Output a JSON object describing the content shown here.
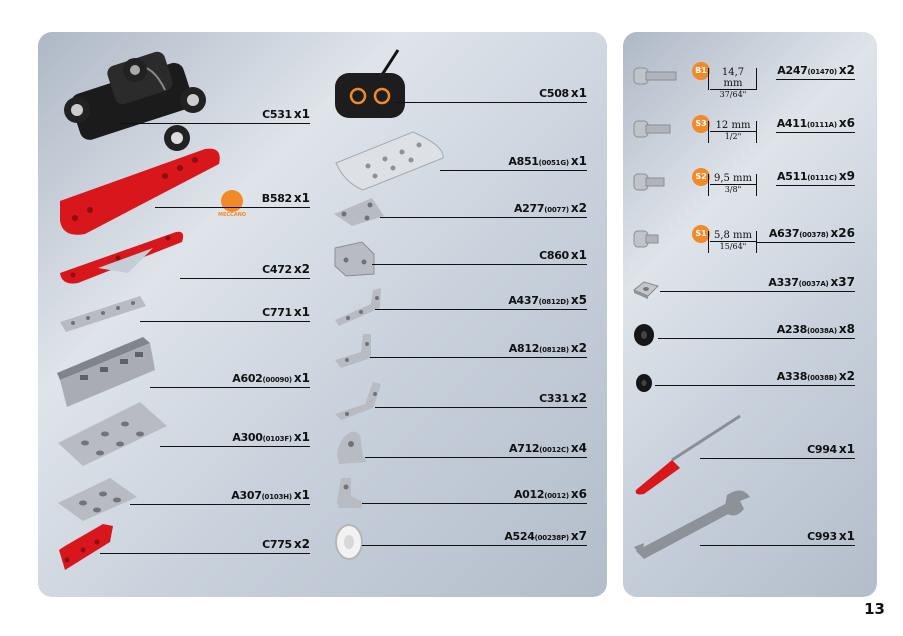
{
  "page_number": "13",
  "brand_stamp": "MECCANO",
  "left_col1": [
    {
      "code": "C531",
      "ref": "",
      "qty": "x1"
    },
    {
      "code": "B582",
      "ref": "",
      "qty": "x1"
    },
    {
      "code": "C472",
      "ref": "",
      "qty": "x2"
    },
    {
      "code": "C771",
      "ref": "",
      "qty": "x1"
    },
    {
      "code": "A602",
      "ref": "(00090)",
      "qty": "x1"
    },
    {
      "code": "A300",
      "ref": "(0103F)",
      "qty": "x1"
    },
    {
      "code": "A307",
      "ref": "(0103H)",
      "qty": "x1"
    },
    {
      "code": "C775",
      "ref": "",
      "qty": "x2"
    }
  ],
  "left_col2": [
    {
      "code": "C508",
      "ref": "",
      "qty": "x1"
    },
    {
      "code": "A851",
      "ref": "(0051G)",
      "qty": "x1"
    },
    {
      "code": "A277",
      "ref": "(0077)",
      "qty": "x2"
    },
    {
      "code": "C860",
      "ref": "",
      "qty": "x1"
    },
    {
      "code": "A437",
      "ref": "(0812D)",
      "qty": "x5"
    },
    {
      "code": "A812",
      "ref": "(0812B)",
      "qty": "x2"
    },
    {
      "code": "C331",
      "ref": "",
      "qty": "x2"
    },
    {
      "code": "A712",
      "ref": "(0012C)",
      "qty": "x4"
    },
    {
      "code": "A012",
      "ref": "(0012)",
      "qty": "x6"
    },
    {
      "code": "A524",
      "ref": "(00238P)",
      "qty": "x7"
    }
  ],
  "screws": [
    {
      "badge": "B1",
      "mm": "14,7 mm",
      "inch": "37/64\"",
      "code": "A247",
      "ref": "(01470)",
      "qty": "x2"
    },
    {
      "badge": "S3",
      "mm": "12 mm",
      "inch": "1/2\"",
      "code": "A411",
      "ref": "(0111A)",
      "qty": "x6"
    },
    {
      "badge": "S2",
      "mm": "9,5 mm",
      "inch": "3/8\"",
      "code": "A511",
      "ref": "(0111C)",
      "qty": "x9"
    },
    {
      "badge": "S1",
      "mm": "5,8 mm",
      "inch": "15/64\"",
      "code": "A637",
      "ref": "(00378)",
      "qty": "x26"
    }
  ],
  "right_items": [
    {
      "code": "A337",
      "ref": "(0037A)",
      "qty": "x37"
    },
    {
      "code": "A238",
      "ref": "(0038A)",
      "qty": "x8"
    },
    {
      "code": "A338",
      "ref": "(0038B)",
      "qty": "x2"
    },
    {
      "code": "C994",
      "ref": "",
      "qty": "x1"
    },
    {
      "code": "C993",
      "ref": "",
      "qty": "x1"
    }
  ],
  "colors": {
    "red_part": "#d8161c",
    "metal": "#b8bcc2",
    "badge": "#f08a2b"
  }
}
